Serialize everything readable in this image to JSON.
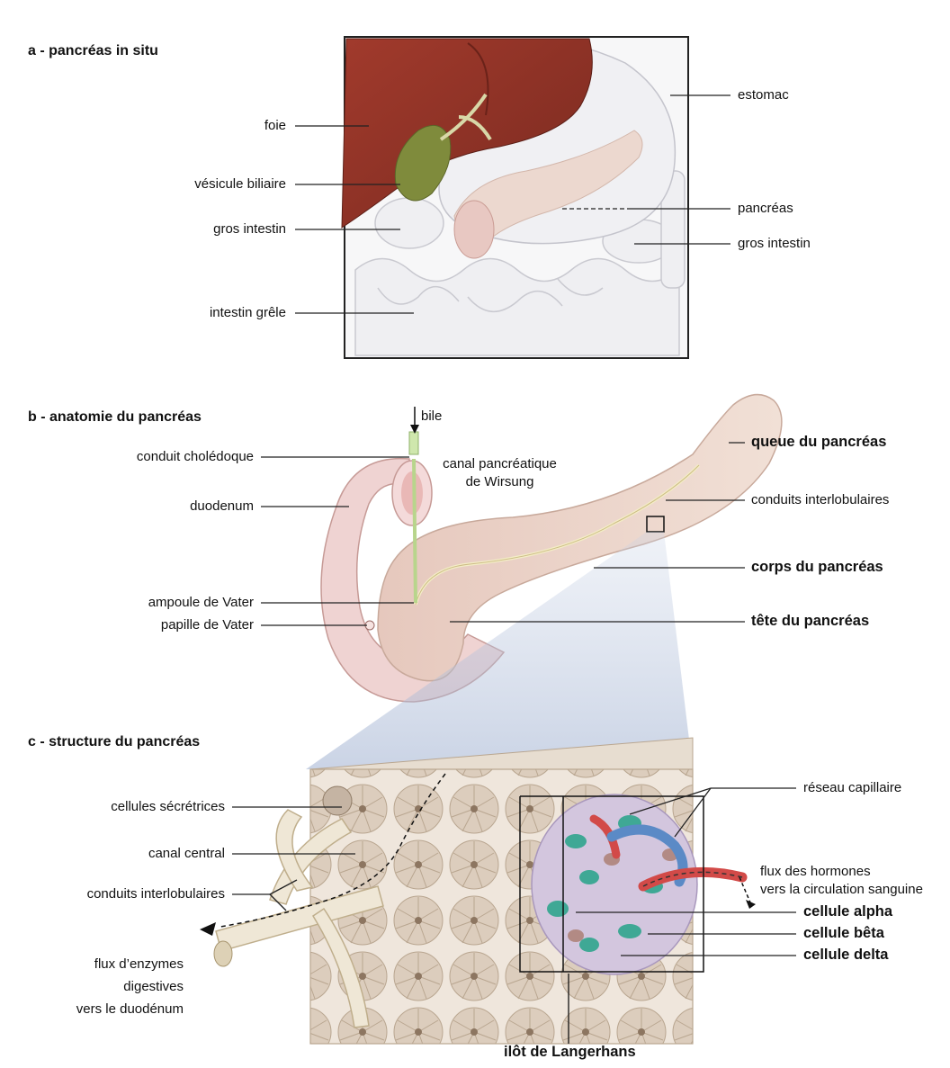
{
  "panel_a": {
    "title": "a - pancréas in situ",
    "labels": {
      "foie": "foie",
      "vesicule": "vésicule biliaire",
      "gros_intestin_left": "gros intestin",
      "intestin_grele": "intestin grêle",
      "estomac": "estomac",
      "pancreas": "pancréas",
      "gros_intestin_right": "gros intestin"
    }
  },
  "panel_b": {
    "title": "b - anatomie du pancréas",
    "labels": {
      "bile": "bile",
      "conduit_choledoque": "conduit cholédoque",
      "canal_line1": "canal pancréatique",
      "canal_line2": "de Wirsung",
      "duodenum": "duodenum",
      "ampoule": "ampoule de Vater",
      "papille": "papille de Vater",
      "queue": "queue du pancréas",
      "conduits_interlobulaires": "conduits interlobulaires",
      "corps": "corps du pancréas",
      "tete": "tête du pancréas"
    }
  },
  "panel_c": {
    "title": "c - structure du pancréas",
    "labels": {
      "cellules_secretrices": "cellules sécrétrices",
      "canal_central": "canal central",
      "conduits_interlobulaires": "conduits interlobulaires",
      "flux_enzymes_1": "flux d’enzymes",
      "flux_enzymes_2": "digestives",
      "flux_enzymes_3": "vers le duodénum",
      "reseau_capillaire": "réseau capillaire",
      "flux_hormones_1": "flux des hormones",
      "flux_hormones_2": "vers la circulation sanguine",
      "alpha": "cellule alpha",
      "beta": "cellule bêta",
      "delta": "cellule delta",
      "ilot": "ilôt de Langerhans"
    }
  },
  "colors": {
    "liver": "#8f3326",
    "pancreas": "#ecd6cc",
    "acinus": "#d9c9b8",
    "islet": "#cdbfd9",
    "alpha_cell": "#3fa895",
    "capillary_red": "#d24a48",
    "capillary_blue": "#5b8ac6"
  }
}
